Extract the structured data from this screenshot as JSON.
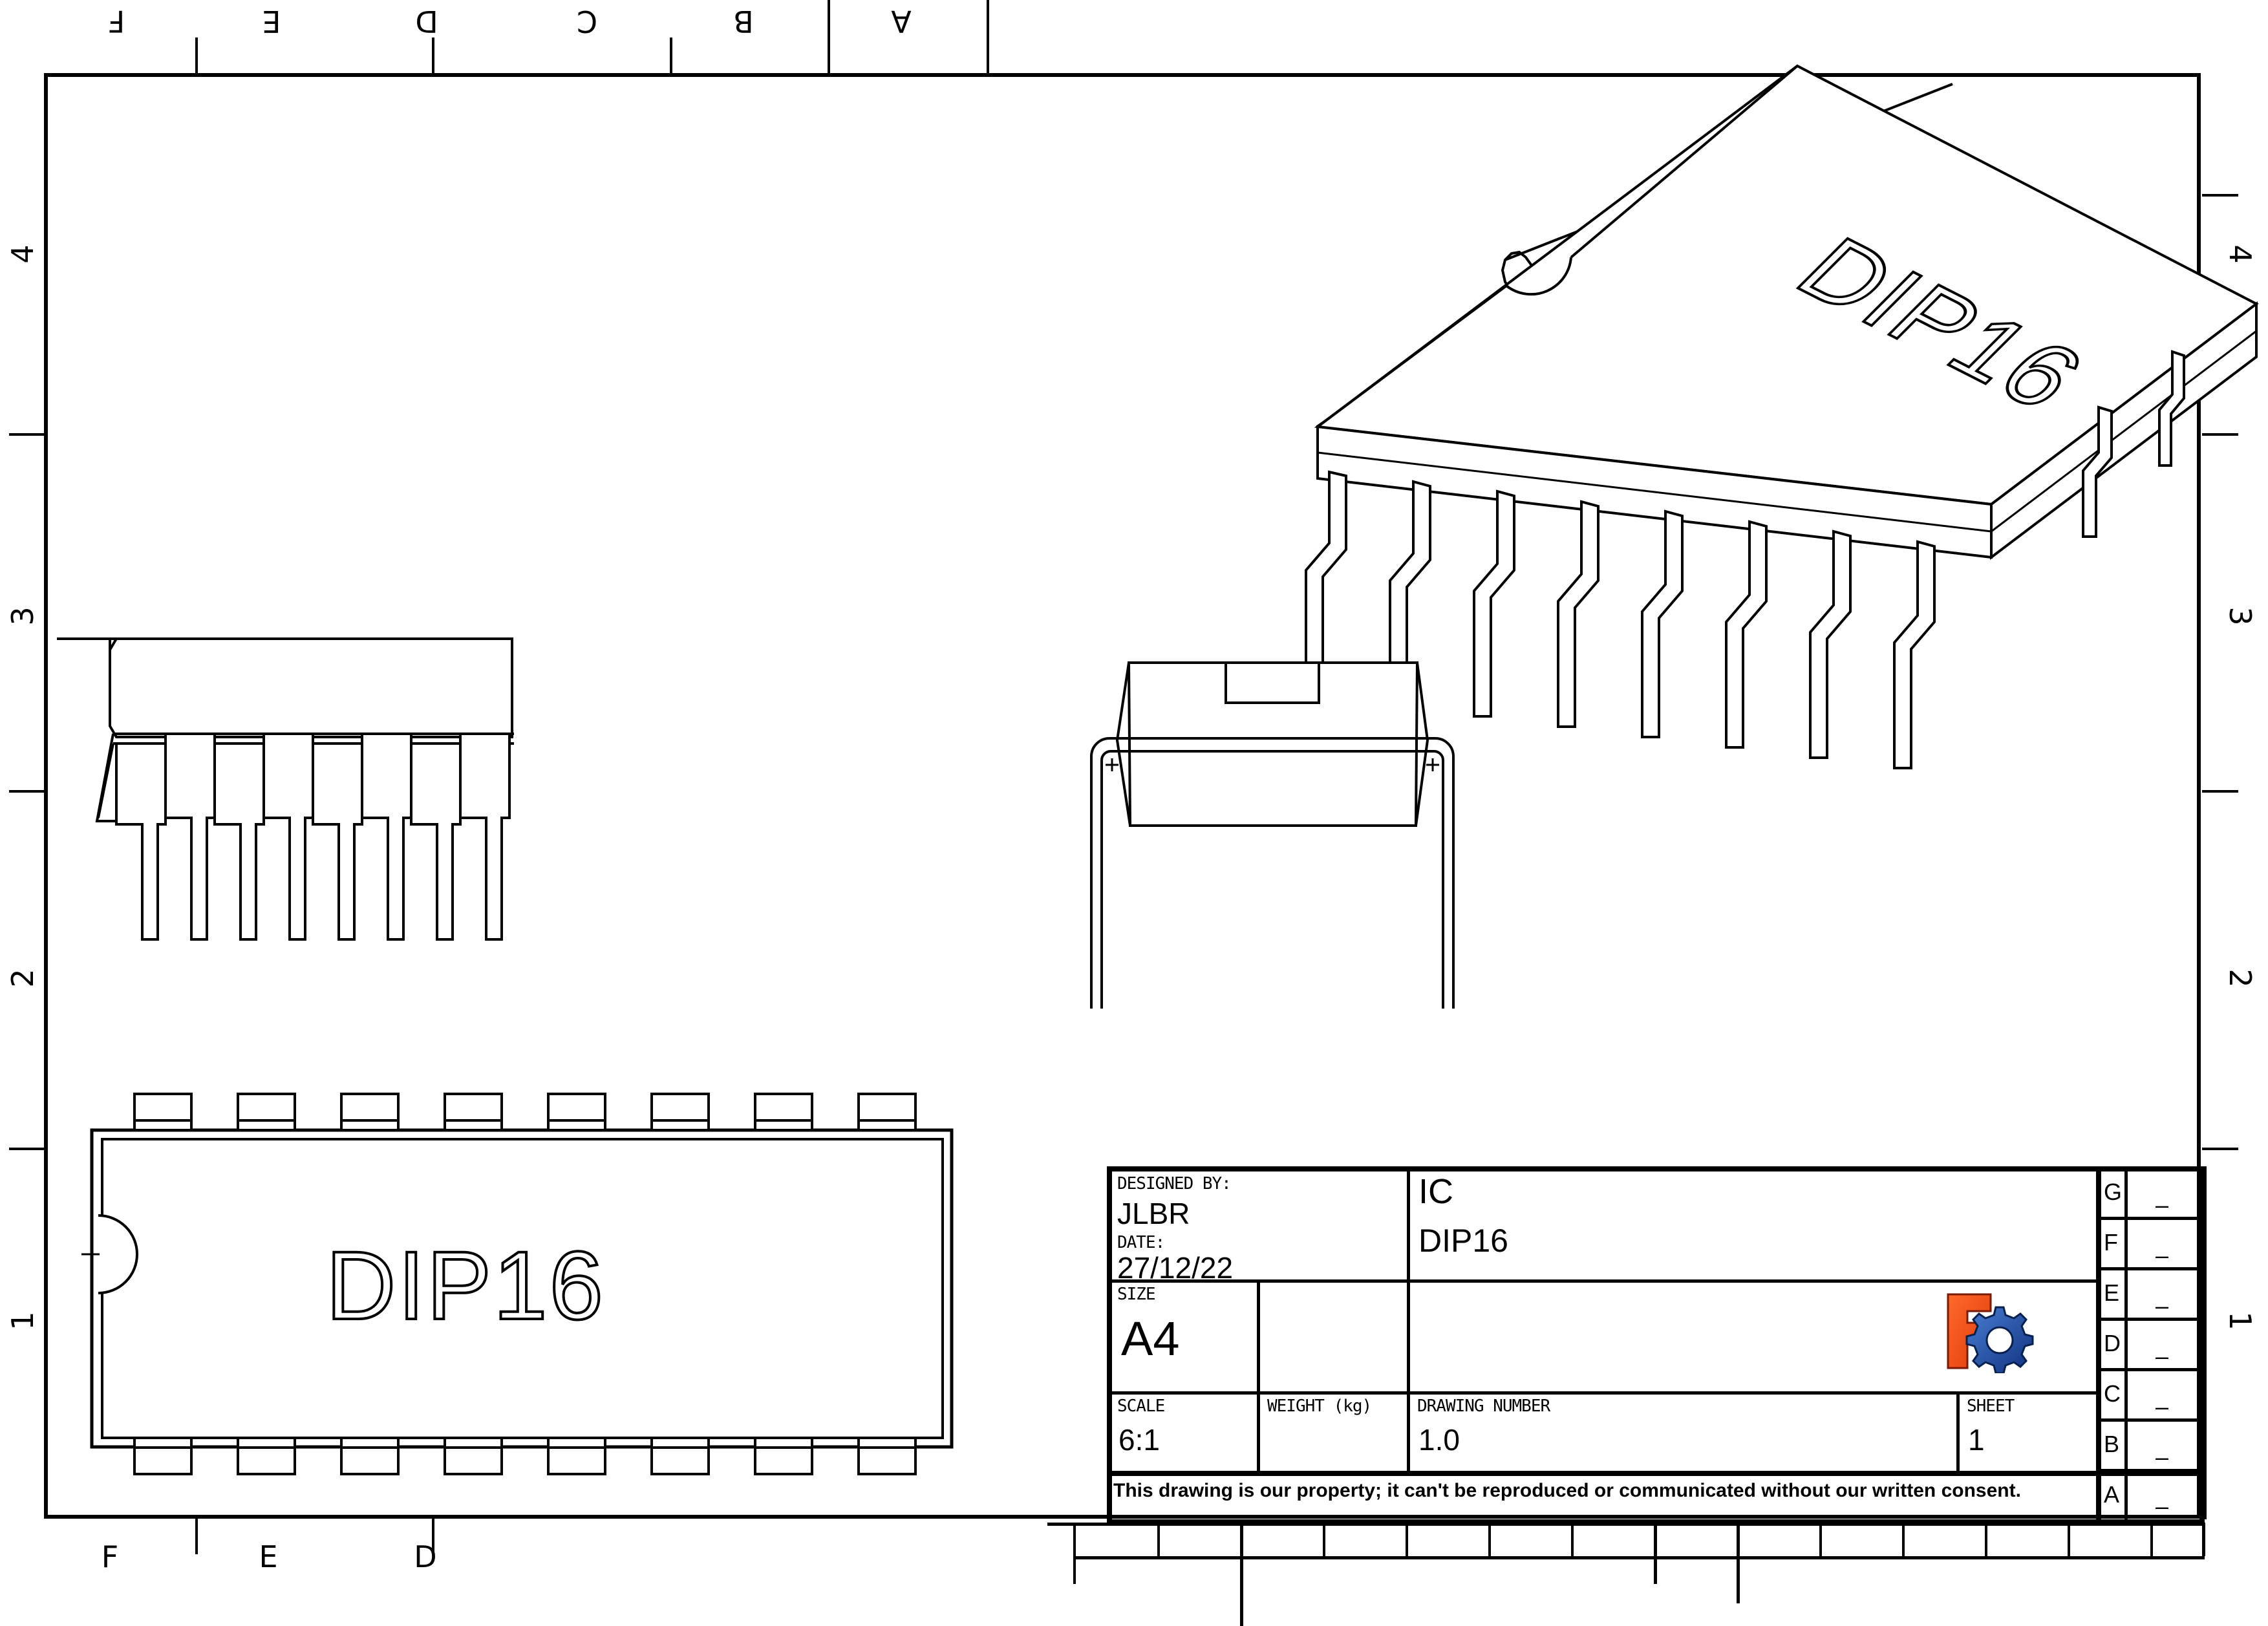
{
  "sheet": {
    "size_label": "A4",
    "zones_horizontal": [
      "F",
      "E",
      "D",
      "C",
      "B",
      "A"
    ],
    "zones_vertical": [
      "4",
      "3",
      "2",
      "1"
    ]
  },
  "views": {
    "isometric": {
      "label": "DIP16",
      "name": "isometric-view"
    },
    "front": {
      "name": "front-view"
    },
    "side": {
      "name": "side-view"
    },
    "top": {
      "label": "DIP16",
      "name": "top-view"
    }
  },
  "title_block": {
    "designed_by_label": "DESIGNED BY:",
    "designed_by_value": "JLBR",
    "date_label": "DATE:",
    "date_value": "27/12/22",
    "size_label": "SIZE",
    "size_value": "A4",
    "scale_label": "SCALE",
    "scale_value": "6:1",
    "weight_label": "WEIGHT (kg)",
    "weight_value": "",
    "drawing_number_label": "DRAWING NUMBER",
    "drawing_number_value": "1.0",
    "sheet_label": "SHEET",
    "sheet_value": "1",
    "title_line1": "IC",
    "title_line2": "DIP16",
    "notice": "This drawing is our property; it can't be reproduced or communicated without our written consent.",
    "logo": {
      "letter": "F",
      "icon": "gear-icon",
      "letter_color": "#f24e1e",
      "gear_color": "#1d4fb0"
    },
    "revisions": [
      {
        "letter": "G",
        "value": "–"
      },
      {
        "letter": "F",
        "value": "–"
      },
      {
        "letter": "E",
        "value": "–"
      },
      {
        "letter": "D",
        "value": "–"
      },
      {
        "letter": "C",
        "value": "–"
      },
      {
        "letter": "B",
        "value": "–"
      },
      {
        "letter": "A",
        "value": "–"
      }
    ]
  }
}
